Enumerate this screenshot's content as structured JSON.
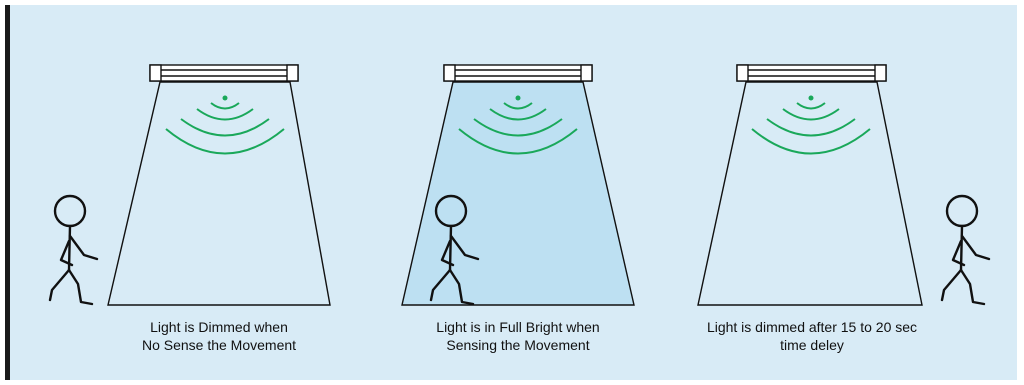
{
  "scenes": [
    {
      "state": "dimmed",
      "caption_lines": [
        "Light is Dimmed when",
        "No Sense the Movement"
      ]
    },
    {
      "state": "full-bright",
      "caption_lines": [
        "Light is in Full Bright when",
        "Sensing the Movement"
      ]
    },
    {
      "state": "dimmed-after-delay",
      "caption_lines": [
        "Light is dimmed after 15 to 20 sec",
        "time deley"
      ]
    }
  ],
  "colors": {
    "background": "#d8ebf6",
    "beam_lit": "#bde0f2",
    "sensor_waves": "#1aa85a",
    "outline": "#111111"
  },
  "icons": [
    "light-fixture-icon",
    "motion-sensor-waves-icon",
    "walking-person-icon"
  ]
}
